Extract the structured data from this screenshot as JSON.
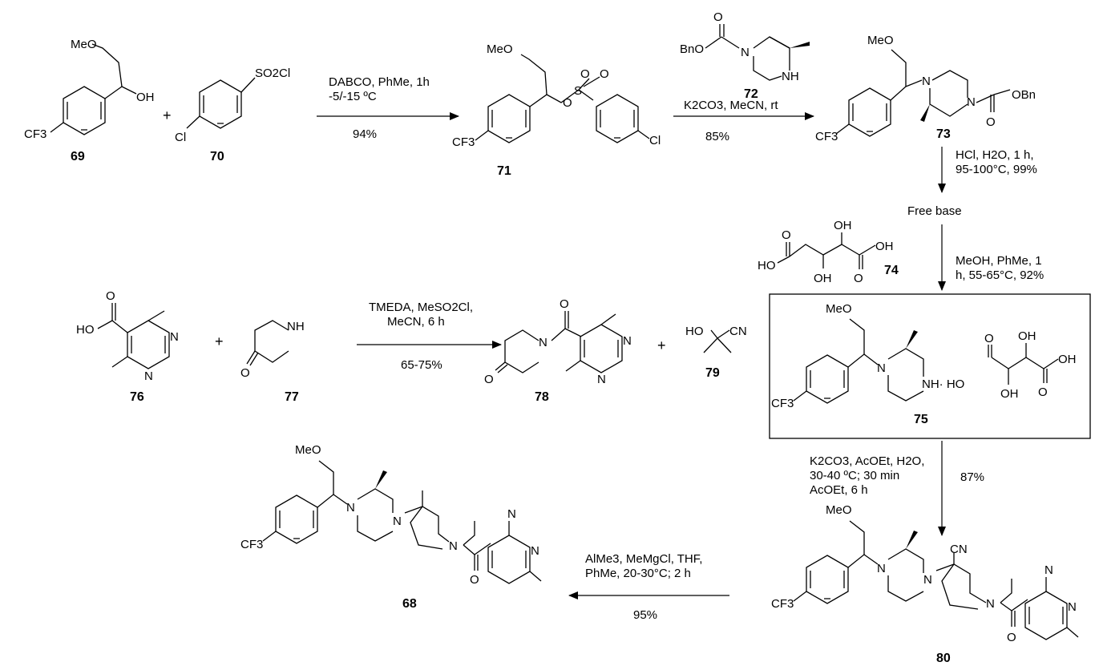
{
  "compounds": {
    "c69": {
      "number": "69",
      "meo": "MeO",
      "oh": "OH",
      "cf3": "CF3"
    },
    "c70": {
      "number": "70",
      "cl": "Cl",
      "so2cl": "SO2Cl"
    },
    "c71": {
      "number": "71",
      "meo": "MeO",
      "o": "O",
      "s": "S",
      "cf3": "CF3",
      "cl": "Cl"
    },
    "c72": {
      "number": "72",
      "bno": "BnO",
      "o": "O",
      "n": "N",
      "nh": "NH"
    },
    "c73": {
      "number": "73",
      "meo": "MeO",
      "cf3": "CF3",
      "n": "N",
      "obn": "OBn",
      "o": "O"
    },
    "c74": {
      "number": "74",
      "ho": "HO",
      "oh": "OH",
      "o": "O"
    },
    "c75": {
      "number": "75",
      "meo": "MeO",
      "cf3": "CF3",
      "n": "N",
      "nh_salt": "NH· HO",
      "oh": "OH",
      "o": "O"
    },
    "c76": {
      "number": "76",
      "ho": "HO",
      "o": "O",
      "n": "N"
    },
    "c77": {
      "number": "77",
      "nh": "NH",
      "o": "O"
    },
    "c78": {
      "number": "78",
      "o": "O",
      "n": "N"
    },
    "c79": {
      "number": "79",
      "ho": "HO",
      "cn": "CN"
    },
    "c80": {
      "number": "80",
      "meo": "MeO",
      "cf3": "CF3",
      "n": "N",
      "cn": "CN",
      "o": "O"
    },
    "c68": {
      "number": "68",
      "meo": "MeO",
      "cf3": "CF3",
      "n": "N",
      "o": "O"
    }
  },
  "operators": {
    "plus": "+"
  },
  "step1": {
    "line1": "DABCO, PhMe, 1h",
    "line2": "-5/-15 ºC",
    "yield": "94%"
  },
  "step2": {
    "line1": "K2CO3, MeCN, rt",
    "yield": "85%"
  },
  "step3": {
    "line1": "HCl, H2O, 1 h,",
    "line2": "95-100°C, 99%",
    "product": "Free base"
  },
  "step4": {
    "line1": "MeOH, PhMe, 1",
    "line2": "h, 55-65°C, 92%"
  },
  "step5": {
    "line1": "TMEDA, MeSO2Cl,",
    "line2": "MeCN, 6 h",
    "yield": "65-75%"
  },
  "step6": {
    "line1": "K2CO3, AcOEt, H2O,",
    "line2": "30-40 ºC; 30 min",
    "line3": "AcOEt, 6 h",
    "yield": "87%"
  },
  "step7": {
    "line1": "AlMe3, MeMgCl, THF,",
    "line2": "PhMe, 20-30°C; 2 h",
    "yield": "95%"
  }
}
